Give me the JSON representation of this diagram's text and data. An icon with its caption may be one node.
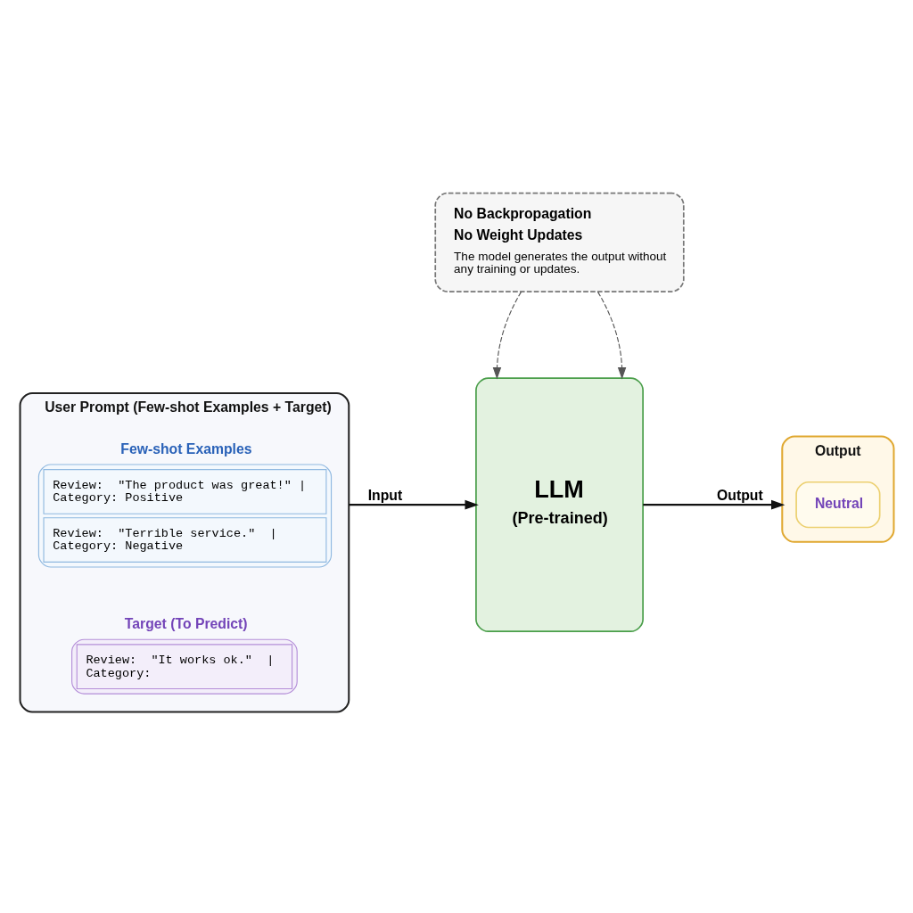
{
  "diagram": {
    "nodes": [
      {
        "text": [
          "User Prompt (Few-shot Examples + Target)"
        ]
      },
      {
        "text": [
          "Few-shot Examples",
          "Review:  \"The product was great!\" | Category: Positive",
          "Review:  \"Terrible service.\"  | Category: Negative"
        ],
        "in": 0
      },
      {
        "text": [
          "Target (To Predict)",
          "Review:  \"It works ok.\"  | Category:"
        ],
        "in": 0
      },
      {
        "text": [
          "LLM",
          "(Pre-trained)"
        ]
      },
      {
        "text": [
          "Output"
        ]
      },
      {
        "text": [
          "Neutral"
        ],
        "in": 4
      },
      {
        "text": [
          "No Backpropagation",
          "No Weight Updates",
          "The model generates the output without any training or updates."
        ]
      }
    ],
    "edges": [
      {
        "from": 0,
        "to": 3,
        "arrow": "to",
        "label": "Input"
      },
      {
        "from": 3,
        "to": 4,
        "arrow": "to",
        "label": "Output"
      },
      {
        "from": 6,
        "to": 3,
        "arrow": "to",
        "style": "dashed",
        "color": "#555555"
      },
      {
        "from": 6,
        "to": 3,
        "arrow": "to",
        "style": "dashed",
        "color": "#555555"
      }
    ]
  }
}
